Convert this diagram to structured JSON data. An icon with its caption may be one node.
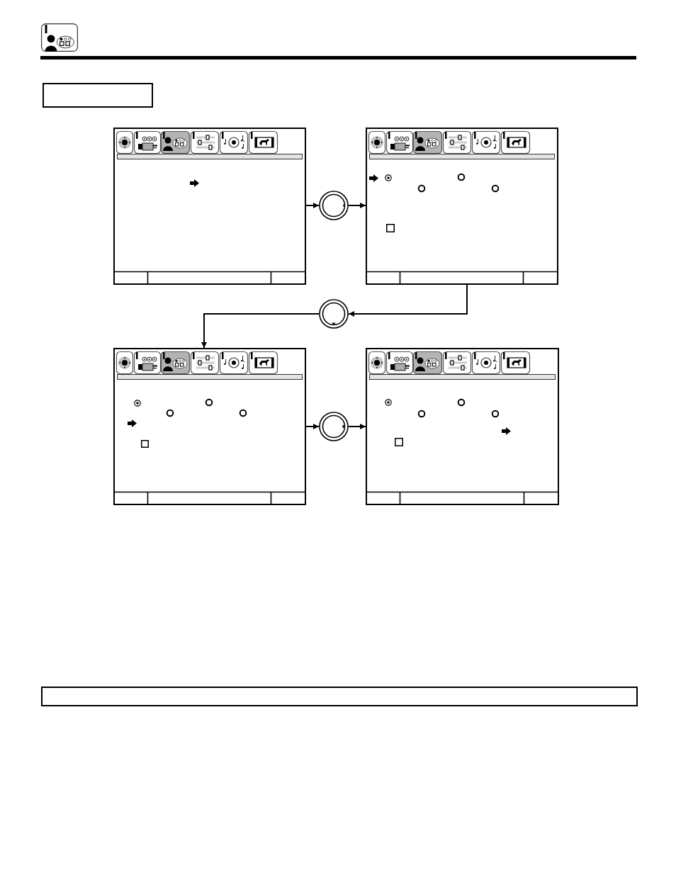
{
  "diagram": {
    "nodes": [
      {
        "text": [],
        "shape": "box"
      },
      {
        "text": [],
        "shape": "picture"
      },
      {
        "text": [],
        "shape": "circle"
      },
      {
        "text": [],
        "shape": "picture"
      },
      {
        "text": [],
        "shape": "circle"
      },
      {
        "text": [],
        "shape": "picture"
      },
      {
        "text": [],
        "shape": "circle"
      },
      {
        "text": [],
        "shape": "picture"
      },
      {
        "text": [],
        "shape": "box"
      }
    ],
    "edges": [
      {
        "from": 1,
        "to": 2,
        "arrow": "to"
      },
      {
        "from": 2,
        "to": 3,
        "arrow": "to"
      },
      {
        "from": 3,
        "to": 4,
        "arrow": "to"
      },
      {
        "from": 4,
        "to": 5,
        "arrow": "to"
      },
      {
        "from": 5,
        "to": 6,
        "arrow": "to"
      },
      {
        "from": 6,
        "to": 7,
        "arrow": "to"
      }
    ]
  }
}
